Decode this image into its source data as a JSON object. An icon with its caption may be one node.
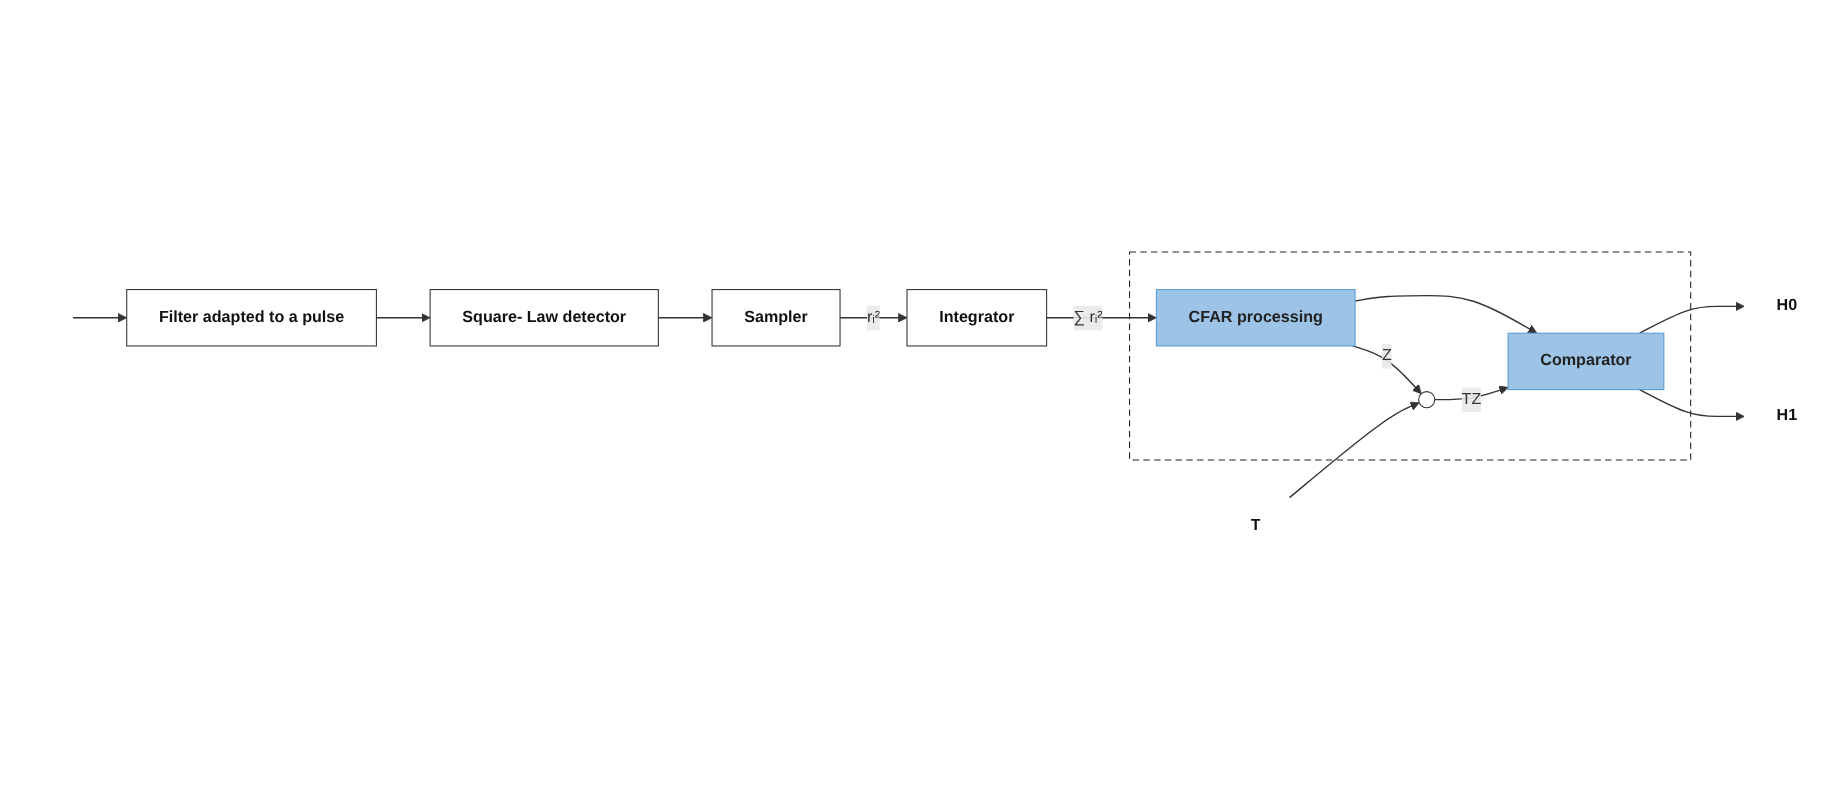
{
  "diagram": {
    "nodes": [
      {
        "text": [
          "Filter adapted to a pulse"
        ]
      },
      {
        "text": [
          "Square- Law detector"
        ]
      },
      {
        "text": [
          "Sampler"
        ]
      },
      {
        "text": [
          "Integrator"
        ]
      },
      {
        "text": [],
        "shape": "box"
      },
      {
        "text": [
          "CFAR processing"
        ],
        "in": 4
      },
      {
        "text": [
          "Comparator"
        ],
        "in": 4
      },
      {
        "text": [],
        "shape": "circle",
        "in": 4
      },
      {
        "text": [
          "H0"
        ]
      },
      {
        "text": [
          "H1"
        ]
      },
      {
        "text": [
          "T"
        ]
      }
    ],
    "edges": [
      {
        "from": null,
        "to": 0,
        "arrow": "to"
      },
      {
        "from": 0,
        "to": 1,
        "arrow": "to"
      },
      {
        "from": 1,
        "to": 2,
        "arrow": "to"
      },
      {
        "from": 2,
        "to": 3,
        "arrow": "to",
        "label": "rᵢ²"
      },
      {
        "from": 3,
        "to": 5,
        "arrow": "to",
        "label": "∑ rᵢ²"
      },
      {
        "from": 5,
        "to": 6,
        "arrow": "to"
      },
      {
        "from": 6,
        "to": 8,
        "arrow": "to"
      },
      {
        "from": 6,
        "to": 9,
        "arrow": "to"
      },
      {
        "from": 5,
        "to": 7,
        "arrow": "to",
        "label": "Z"
      },
      {
        "from": 10,
        "to": 7,
        "arrow": "to"
      },
      {
        "from": 7,
        "to": 6,
        "arrow": "to",
        "label": "TZ"
      }
    ]
  }
}
